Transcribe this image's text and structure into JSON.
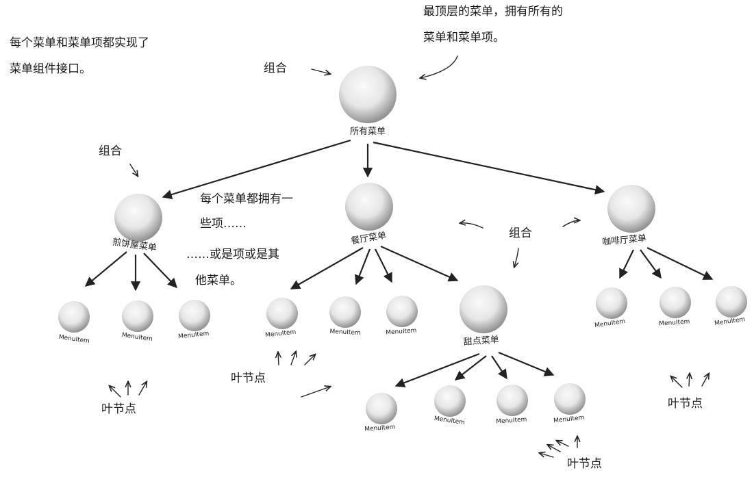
{
  "colors": {
    "node_fill": "#e6e6e6",
    "node_shade": "#8f8f8f",
    "edge": "#222222",
    "text": "#1a1a1a"
  },
  "root": {
    "label": "所有菜单"
  },
  "menus": [
    {
      "label": "煎饼屋菜单",
      "leaves": [
        "MenuItem",
        "MenuItem",
        "MenuItem"
      ]
    },
    {
      "label": "餐厅菜单",
      "leaves": [
        "MenuItem",
        "MenuItem",
        "MenuItem"
      ]
    },
    {
      "label": "咖啡厅菜单",
      "leaves": [
        "MenuItem",
        "MenuItem",
        "MenuItem"
      ]
    }
  ],
  "submenu": {
    "label": "甜点菜单",
    "leaves": [
      "MenuItem",
      "MenuItem",
      "MenuItem",
      "MenuItem"
    ]
  },
  "annotations": {
    "every_implements_line1": "每个菜单和菜单项都实现了",
    "every_implements_line2": "菜单组件接口。",
    "top_level_line1": "最顶层的菜单，拥有所有的",
    "top_level_line2": "菜单和菜单项。",
    "composite_root": "组合",
    "composite_left": "组合",
    "composite_middle": "组合",
    "each_menu_line1": "每个菜单都拥有一",
    "each_menu_line2": "些项……",
    "or_items_line1": "……或是项或是其",
    "or_items_line2": "他菜单。",
    "leaf_left": "叶节点",
    "leaf_middle": "叶节点",
    "leaf_right": "叶节点",
    "leaf_bottom": "叶节点"
  }
}
